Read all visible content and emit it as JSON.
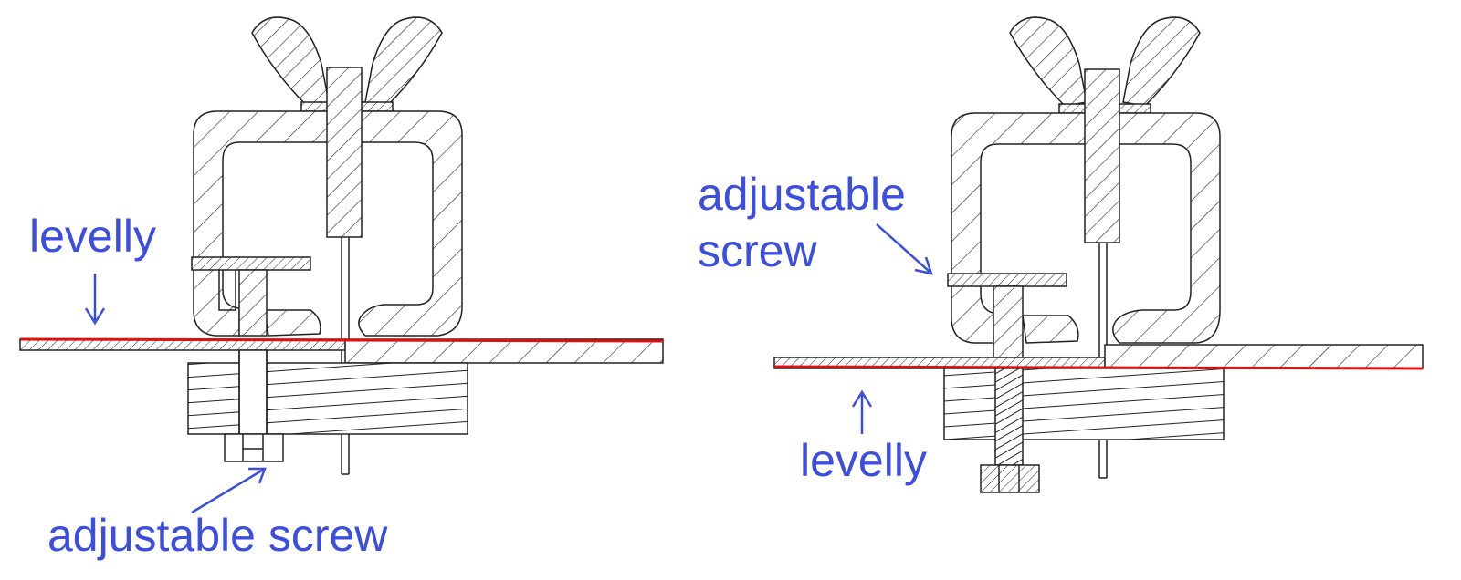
{
  "labels": {
    "left_levelly": "levelly",
    "left_adjustable_screw": "adjustable screw",
    "right_adjustable": "adjustable",
    "right_screw": "screw",
    "right_levelly": "levelly"
  },
  "colors": {
    "annotation": "#3b4ee0",
    "level_line": "#e01010",
    "drawing": "#222222"
  },
  "icons": {
    "wing_nut": "wing-nut-icon",
    "clamp_body": "c-clamp-body",
    "screw": "adjustable-screw",
    "wood_block": "wood-block"
  }
}
